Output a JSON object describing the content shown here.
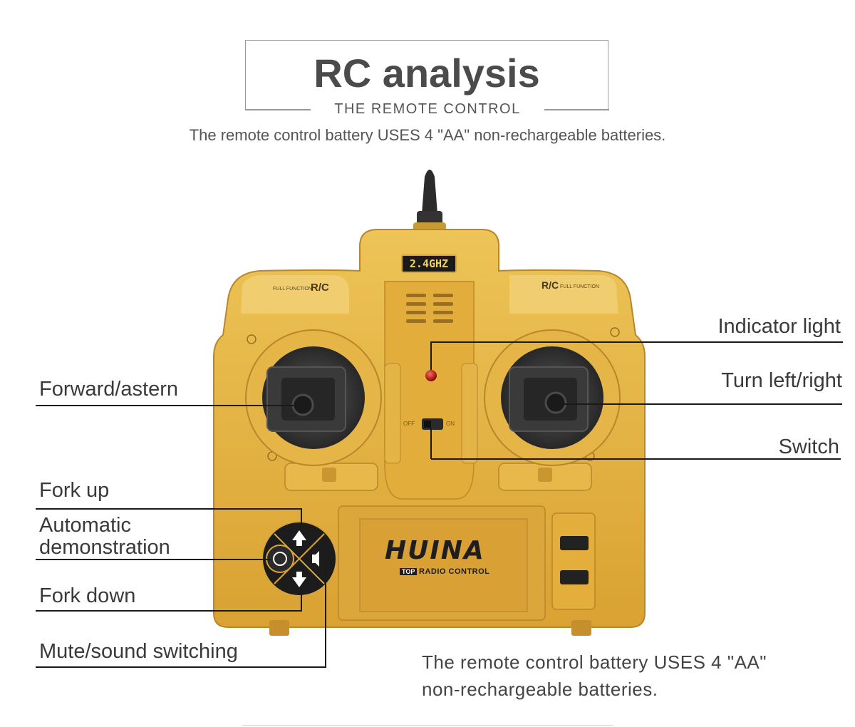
{
  "header": {
    "title": "RC analysis",
    "subtitle": "THE REMOTE CONTROL"
  },
  "top_note": "The remote control battery USES 4 \"AA\" non-rechargeable batteries.",
  "labels": {
    "indicator_light": "Indicator light",
    "forward_astern": "Forward/astern",
    "turn_left_right": "Turn left/right",
    "switch": "Switch",
    "fork_up": "Fork up",
    "automatic_demonstration": "Automatic demonstration",
    "auto_line1": "Automatic",
    "auto_line2": "demonstration",
    "fork_down": "Fork down",
    "mute_sound_switching": "Mute/sound switching"
  },
  "bottom_note": {
    "line1": "The remote control battery USES 4 \"AA\"",
    "line2": "non-rechargeable batteries."
  },
  "device": {
    "frequency_badge": "2.4GHZ",
    "left_badge": "R/C",
    "left_badge_small": "FULL FUNCTION",
    "right_badge": "R/C",
    "right_badge_small": "FULL FUNCTION",
    "brand": "HUINA",
    "brand_tagline_tag": "TOP",
    "brand_tagline": "RADIO CONTROL",
    "switch_off": "OFF",
    "switch_on": "ON",
    "body_color": "#e5b23a",
    "body_shadow": "#c8922a",
    "indicator_color": "#c0191b"
  }
}
